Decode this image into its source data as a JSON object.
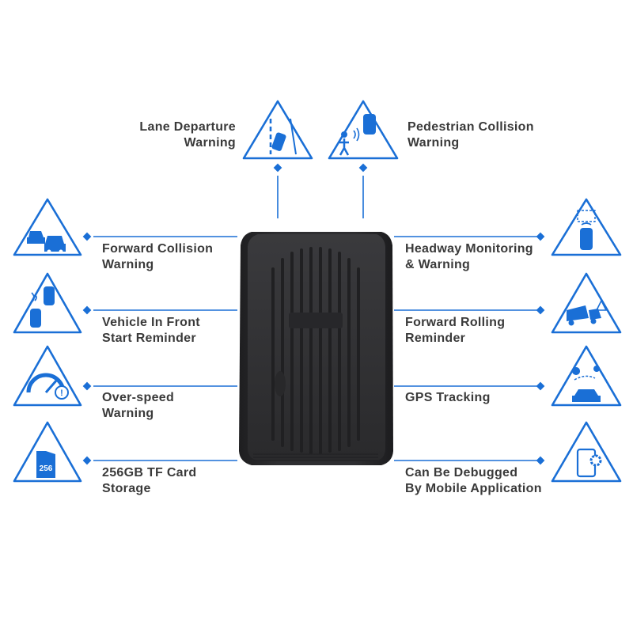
{
  "colors": {
    "accent": "#1a6fd6",
    "text": "#3a3a3a",
    "device_body": "#2b2b2d",
    "device_grille": "#3d3d40"
  },
  "features": [
    {
      "id": "lane-departure",
      "icon": "lane-departure-icon",
      "lines": [
        "Lane Departure",
        "Warning"
      ]
    },
    {
      "id": "pedestrian-collision",
      "icon": "pedestrian-collision-icon",
      "lines": [
        "Pedestrian Collision",
        "Warning"
      ]
    },
    {
      "id": "forward-collision",
      "icon": "forward-collision-icon",
      "lines": [
        "Forward Collision",
        "Warning"
      ]
    },
    {
      "id": "vehicle-front-start",
      "icon": "vehicle-front-start-icon",
      "lines": [
        "Vehicle In Front",
        "Start Reminder"
      ]
    },
    {
      "id": "over-speed",
      "icon": "speedometer-icon",
      "lines": [
        "Over-speed",
        "Warning"
      ]
    },
    {
      "id": "tf-card",
      "icon": "sd-card-icon",
      "lines": [
        "256GB TF Card",
        "Storage"
      ]
    },
    {
      "id": "headway-monitoring",
      "icon": "headway-monitoring-icon",
      "lines": [
        "Headway Monitoring",
        "& Warning"
      ]
    },
    {
      "id": "forward-rolling",
      "icon": "truck-icon",
      "lines": [
        "Forward Rolling",
        "Reminder"
      ]
    },
    {
      "id": "gps-tracking",
      "icon": "gps-tracking-icon",
      "lines": [
        "GPS Tracking"
      ]
    },
    {
      "id": "mobile-debug",
      "icon": "mobile-settings-icon",
      "lines": [
        "Can Be Debugged",
        "By Mobile Application"
      ]
    }
  ],
  "sd_card_text": "256"
}
